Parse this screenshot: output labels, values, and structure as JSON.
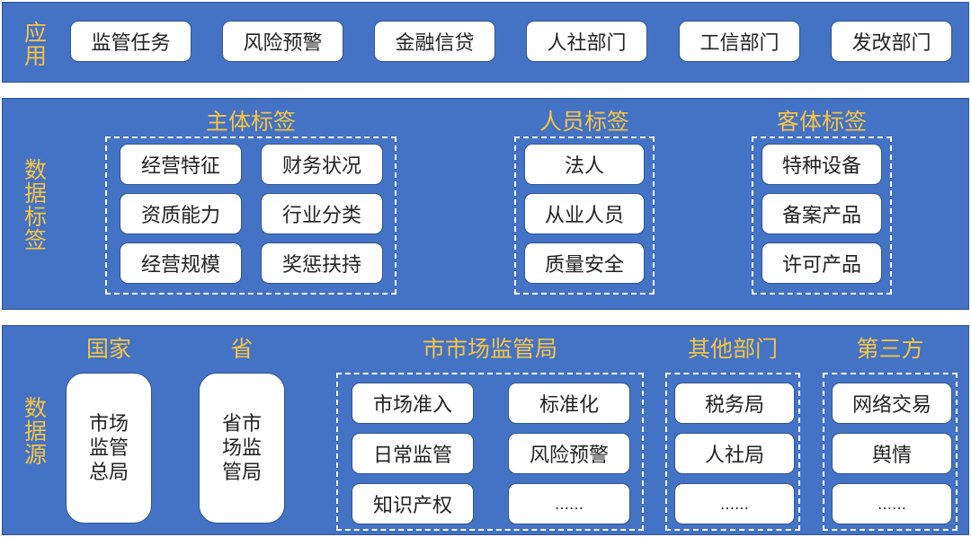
{
  "app": {
    "label": "应用",
    "items": [
      "监管任务",
      "风险预警",
      "金融信贷",
      "人社部门",
      "工信部门",
      "发改部门"
    ]
  },
  "tags": {
    "label": "数据标签",
    "subject": {
      "title": "主体标签",
      "items": [
        "经营特征",
        "财务状况",
        "资质能力",
        "行业分类",
        "经营规模",
        "奖惩扶持"
      ]
    },
    "personnel": {
      "title": "人员标签",
      "items": [
        "法人",
        "从业人员",
        "质量安全"
      ]
    },
    "object": {
      "title": "客体标签",
      "items": [
        "特种设备",
        "备案产品",
        "许可产品"
      ]
    }
  },
  "sources": {
    "label": "数据源",
    "national": {
      "title": "国家",
      "lines": [
        "市场",
        "监管",
        "总局"
      ]
    },
    "provincial": {
      "title": "省",
      "lines": [
        "省市",
        "场监",
        "管局"
      ]
    },
    "city": {
      "title": "市市场监管局",
      "items": [
        "市场准入",
        "标准化",
        "日常监管",
        "风险预警",
        "知识产权",
        "……"
      ]
    },
    "other": {
      "title": "其他部门",
      "items": [
        "税务局",
        "人社局",
        "……"
      ]
    },
    "third": {
      "title": "第三方",
      "items": [
        "网络交易",
        "舆情",
        "……"
      ]
    }
  }
}
